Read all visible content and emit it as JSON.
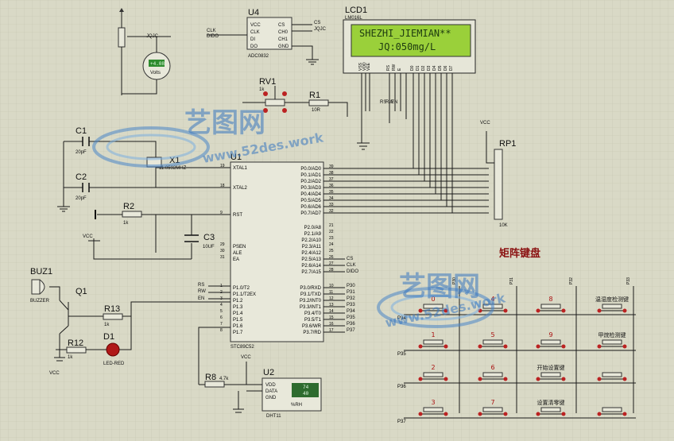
{
  "lcd": {
    "ref": "LCD1",
    "model": "LM016L",
    "line1": "SHEZHI_JIEMIAN**",
    "line2": "JQ:050mg/L",
    "pins": [
      "VSS",
      "VDD",
      "VEE",
      "RS",
      "RW",
      "E",
      "D0",
      "D1",
      "D2",
      "D3",
      "D4",
      "D5",
      "D6",
      "D7"
    ],
    "ctrl": [
      "RS",
      "RW",
      "EN"
    ]
  },
  "adc": {
    "ref": "U4",
    "model": "ADC0832",
    "pins": [
      "VCC",
      "CLK",
      "DI",
      "DO",
      "CS",
      "CH0",
      "CH1",
      "GND"
    ],
    "net_clk": "CLK",
    "net_dido": "DIDO",
    "net_cs": "CS",
    "net_jqjc": "JQJC"
  },
  "voltmeter": {
    "reading": "+4.08",
    "unit": "Volts",
    "net": "JQJC"
  },
  "rv1": {
    "ref": "RV1",
    "value": "1k"
  },
  "r1": {
    "ref": "R1",
    "value": "10R"
  },
  "c1": {
    "ref": "C1",
    "value": "20pF"
  },
  "c2": {
    "ref": "C2",
    "value": "20pF"
  },
  "x1": {
    "ref": "X1",
    "value": "11.0592MHZ"
  },
  "r2": {
    "ref": "R2",
    "value": "1k"
  },
  "c3": {
    "ref": "C3",
    "value": "10UF"
  },
  "reset": {
    "vcc": "VCC"
  },
  "mcu": {
    "ref": "U1",
    "model": "STC89C52",
    "left_pins": [
      {
        "num": "19",
        "name": "XTAL1"
      },
      {
        "num": "18",
        "name": "XTAL2"
      },
      {
        "num": "9",
        "name": "RST"
      },
      {
        "num": "29",
        "name": "PSEN"
      },
      {
        "num": "30",
        "name": "ALE"
      },
      {
        "num": "31",
        "name": "EA"
      },
      {
        "num": "1",
        "name": "P1.0/T2"
      },
      {
        "num": "2",
        "name": "P1.1/T2EX"
      },
      {
        "num": "3",
        "name": "P1.2"
      },
      {
        "num": "4",
        "name": "P1.3"
      },
      {
        "num": "5",
        "name": "P1.4"
      },
      {
        "num": "6",
        "name": "P1.5"
      },
      {
        "num": "7",
        "name": "P1.6"
      },
      {
        "num": "8",
        "name": "P1.7"
      }
    ],
    "right_pins": [
      {
        "num": "39",
        "name": "P0.0/AD0"
      },
      {
        "num": "38",
        "name": "P0.1/AD1"
      },
      {
        "num": "37",
        "name": "P0.2/AD2"
      },
      {
        "num": "36",
        "name": "P0.3/AD3"
      },
      {
        "num": "35",
        "name": "P0.4/AD4"
      },
      {
        "num": "34",
        "name": "P0.5/AD5"
      },
      {
        "num": "33",
        "name": "P0.6/AD6"
      },
      {
        "num": "32",
        "name": "P0.7/AD7"
      },
      {
        "num": "21",
        "name": "P2.0/A8"
      },
      {
        "num": "22",
        "name": "P2.1/A9"
      },
      {
        "num": "23",
        "name": "P2.2/A10"
      },
      {
        "num": "24",
        "name": "P2.3/A11"
      },
      {
        "num": "25",
        "name": "P2.4/A12"
      },
      {
        "num": "26",
        "name": "P2.5/A13"
      },
      {
        "num": "27",
        "name": "P2.6/A14"
      },
      {
        "num": "28",
        "name": "P2.7/A15"
      },
      {
        "num": "10",
        "name": "P3.0/RXD"
      },
      {
        "num": "11",
        "name": "P3.1/TXD"
      },
      {
        "num": "12",
        "name": "P3.2/INT0"
      },
      {
        "num": "13",
        "name": "P3.3/INT1"
      },
      {
        "num": "14",
        "name": "P3.4/T0"
      },
      {
        "num": "15",
        "name": "P3.5/T1"
      },
      {
        "num": "16",
        "name": "P3.6/WR"
      },
      {
        "num": "17",
        "name": "P3.7/RD"
      }
    ]
  },
  "mcu_nets": [
    "CS",
    "CLK",
    "DIDO",
    "RS",
    "RW",
    "EN",
    "P30",
    "P31",
    "P32",
    "P33",
    "P34",
    "P35",
    "P36",
    "P37"
  ],
  "rp1": {
    "ref": "RP1",
    "value": "10K",
    "vcc": "VCC"
  },
  "buzzer": {
    "ref": "BUZ1",
    "value": "BUZZER",
    "vcc": "VCC"
  },
  "q1": {
    "ref": "Q1"
  },
  "r13": {
    "ref": "R13",
    "value": "1k"
  },
  "r12": {
    "ref": "R12",
    "value": "1k"
  },
  "d1": {
    "ref": "D1",
    "value": "LED-RED"
  },
  "dht": {
    "ref": "U2",
    "model": "DHT11",
    "pins": [
      "VDD",
      "DATA",
      "GND"
    ],
    "temp": "74",
    "hum": "40",
    "rh": "%RH",
    "vcc": "VCC"
  },
  "r8": {
    "ref": "R8",
    "value": "4.7k"
  },
  "keypad": {
    "title": "矩阵键盘",
    "cols": [
      "P30",
      "P31",
      "P32",
      "P33"
    ],
    "rows": [
      "P34",
      "P35",
      "P36",
      "P37"
    ],
    "keys": [
      [
        "0",
        "4",
        "8",
        "温湿度检测键"
      ],
      [
        "1",
        "5",
        "9",
        "甲烷检测键"
      ],
      [
        "2",
        "6",
        "开始设置键",
        ""
      ],
      [
        "3",
        "7",
        "设置清零键",
        ""
      ]
    ]
  },
  "watermark": {
    "top_cn": "艺图网",
    "top_url": "www.52des.work",
    "bot_cn": "艺图网",
    "bot_url": "www.52des.work"
  }
}
